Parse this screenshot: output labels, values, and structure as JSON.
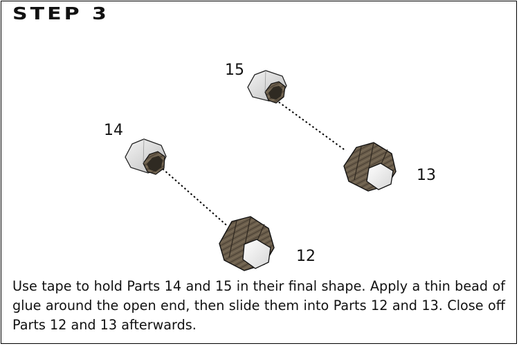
{
  "title": "STEP 3",
  "parts": {
    "p12": "12",
    "p13": "13",
    "p14": "14",
    "p15": "15"
  },
  "instructions": "Use tape to hold Parts 14 and 15 in their final shape. Apply a thin bead of glue around the open end, then slide them into Parts 12 and 13. Close off Parts 12 and 13 afterwards.",
  "colors": {
    "wood": "#6b5e4c",
    "wood_dark": "#3f372c",
    "grey_part": "#e4e4e4",
    "outline": "#000000"
  }
}
